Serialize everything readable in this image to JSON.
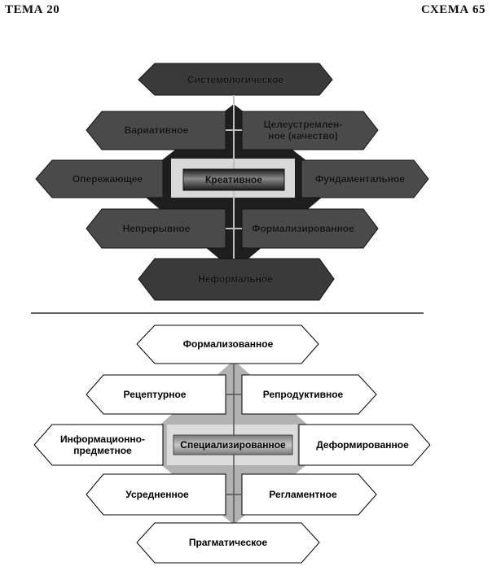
{
  "header": {
    "left": "ТЕМА 20",
    "right": "СХЕМА 65"
  },
  "top_diagram": {
    "center": "Креативное",
    "items": {
      "top": "Системологическое",
      "upper_left": "Вариативное",
      "upper_right": "Целеустремлен-\nное (качество)",
      "left": "Опережающее",
      "right": "Фундаментальное",
      "lower_left": "Непрерывное",
      "lower_right": "Формализированное",
      "bottom": "Неформальное"
    }
  },
  "bottom_diagram": {
    "center": "Специализированное",
    "items": {
      "top": "Формализованное",
      "upper_left": "Рецептурное",
      "upper_right": "Репродуктивное",
      "left": "Информационно-\nпредметное",
      "right": "Деформированное",
      "lower_left": "Усредненное",
      "lower_right": "Регламентное",
      "bottom": "Прагматическое"
    }
  },
  "colors": {
    "dark_fill": "#3a3a3a",
    "mid_fill": "#5a5a5a",
    "light_fill": "#ffffff",
    "diamond_dark": "#222222",
    "diamond_light": "#b0b0b0",
    "center_bar_light": "#9a9a9a"
  }
}
